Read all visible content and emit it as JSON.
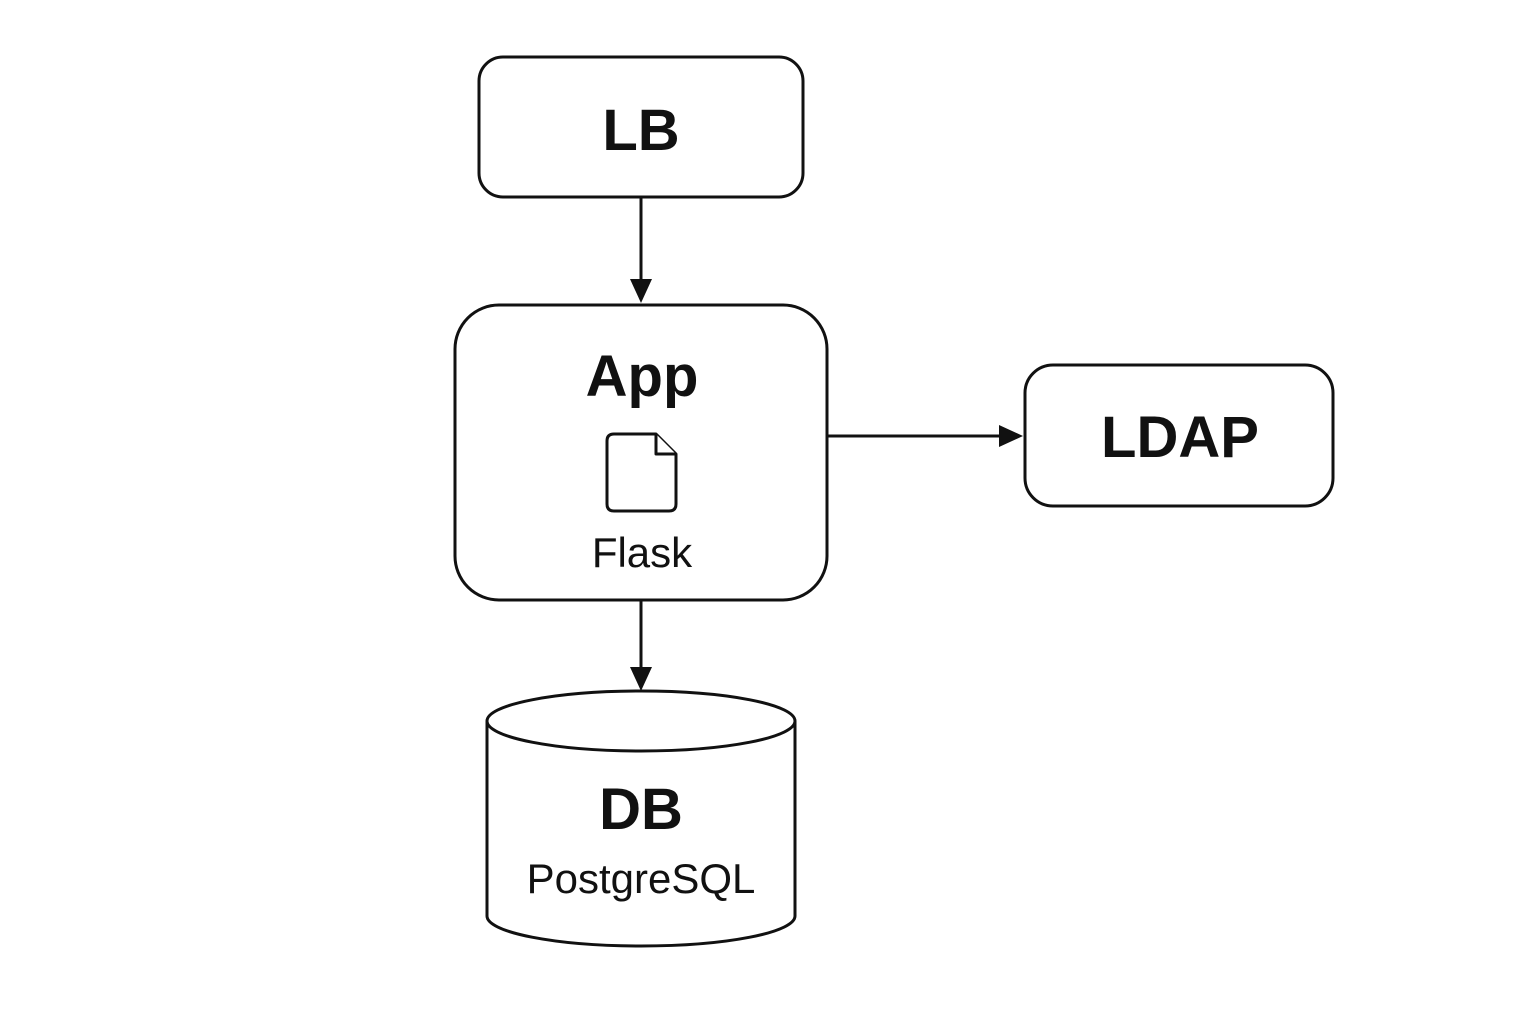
{
  "nodes": {
    "lb": {
      "label": "LB"
    },
    "app": {
      "label": "App",
      "sublabel": "Flask",
      "icon": "file-icon"
    },
    "ldap": {
      "label": "LDAP"
    },
    "db": {
      "label": "DB",
      "sublabel": "PostgreSQL"
    }
  },
  "edges": [
    {
      "from": "LB",
      "to": "App"
    },
    {
      "from": "App",
      "to": "LDAP"
    },
    {
      "from": "App",
      "to": "DB"
    }
  ],
  "colors": {
    "stroke": "#111111",
    "background": "#ffffff"
  }
}
